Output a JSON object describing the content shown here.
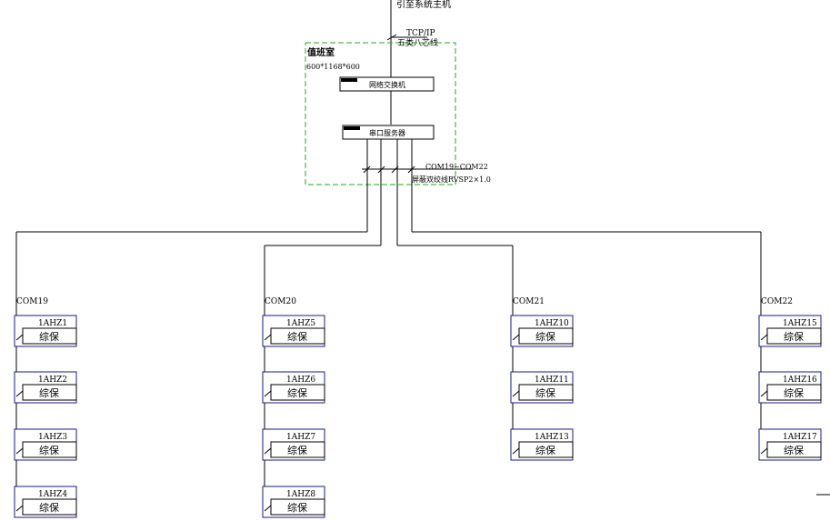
{
  "header": {
    "host_label": "引至系统主机"
  },
  "uplink": {
    "protocol": "TCP/IP",
    "cable": "五类八芯线"
  },
  "room": {
    "name": "值班室",
    "dims": "600*1168*600"
  },
  "devices": {
    "switch": "网络交换机",
    "serial_server": "串口服务器"
  },
  "bus_note": {
    "ports": "COM19~COM22",
    "cable": "屏蔽双绞线RVSP2×1.0"
  },
  "columns": [
    {
      "port": "COM19",
      "units": [
        {
          "id": "1AHZ1",
          "type": "综保"
        },
        {
          "id": "1AHZ2",
          "type": "综保"
        },
        {
          "id": "1AHZ3",
          "type": "综保"
        },
        {
          "id": "1AHZ4",
          "type": "综保"
        }
      ]
    },
    {
      "port": "COM20",
      "units": [
        {
          "id": "1AHZ5",
          "type": "综保"
        },
        {
          "id": "1AHZ6",
          "type": "综保"
        },
        {
          "id": "1AHZ7",
          "type": "综保"
        },
        {
          "id": "1AHZ8",
          "type": "综保"
        }
      ]
    },
    {
      "port": "COM21",
      "units": [
        {
          "id": "1AHZ10",
          "type": "综保"
        },
        {
          "id": "1AHZ11",
          "type": "综保"
        },
        {
          "id": "1AHZ13",
          "type": "综保"
        }
      ]
    },
    {
      "port": "COM22",
      "units": [
        {
          "id": "1AHZ15",
          "type": "综保"
        },
        {
          "id": "1AHZ16",
          "type": "综保"
        },
        {
          "id": "1AHZ17",
          "type": "综保"
        }
      ]
    }
  ]
}
